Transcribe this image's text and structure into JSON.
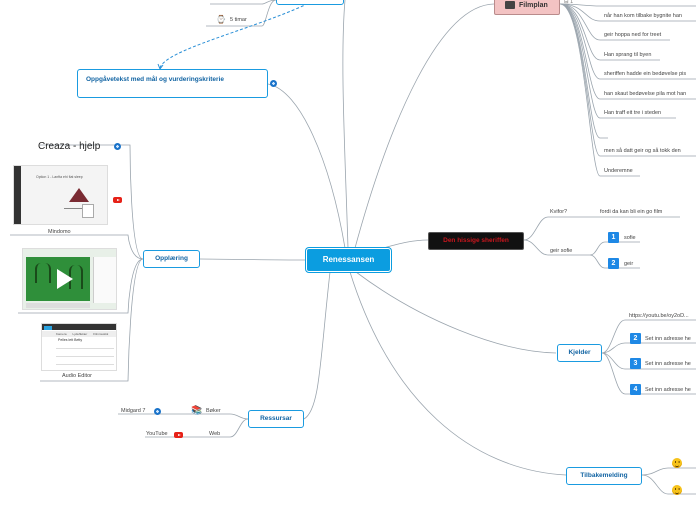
{
  "center": {
    "label": "Renessansen"
  },
  "top_partial": {
    "duration": "5 timar"
  },
  "oppgave": {
    "label": "Oppgåvetekst med mål og vurderingskriterie"
  },
  "opplaering": {
    "label": "Opplæring",
    "creaza_label": "Creaza - hjelp",
    "items": [
      {
        "caption": "Mindomo",
        "thumb_title": "Option 1 - Lanfta ehi fiat sleep"
      },
      {
        "caption": ""
      },
      {
        "caption": "Audio Editor",
        "thumb_tabs": [
          "Kamera",
          "Lydeffekter",
          "Filmmusikk"
        ],
        "thumb_title": "Pelles lett Betty"
      }
    ]
  },
  "ressursar": {
    "label": "Ressursar",
    "books": {
      "label": "Bøker",
      "item": "Midgard 7"
    },
    "web": {
      "label": "Web",
      "item": "YouTube"
    }
  },
  "filmplan": {
    "label": "Filmplan",
    "badge": "1",
    "items": [
      "når han kom tilbake bygnite han",
      "geir hoppa ned for treet",
      "Han sprang til byen",
      "sheriffen hadde ein bedøvelse pis",
      "han skaut bedøvelse pila mot han",
      "Han traff eit tre i steden",
      "",
      "men så datt geir og så tokk den",
      "Underemne"
    ]
  },
  "sheriff": {
    "label": "Den hissige sheriffen",
    "kvifor": {
      "label": "Kvifor?",
      "answer": "fordi da kan bli ein go film"
    },
    "geir": {
      "label": "geir sofie",
      "items": [
        {
          "num": "1",
          "text": "sofie"
        },
        {
          "num": "2",
          "text": "geir"
        }
      ]
    }
  },
  "kjelder": {
    "label": "Kjelder",
    "items": [
      {
        "num": "",
        "text": "https://youtu.be/oy2oD..."
      },
      {
        "num": "2",
        "text": "Set inn adresse he"
      },
      {
        "num": "3",
        "text": "Set inn adresse he"
      },
      {
        "num": "4",
        "text": "Set inn adresse he"
      }
    ]
  },
  "tilbake": {
    "label": "Tilbakemelding"
  },
  "colors": {
    "accent": "#0b9de0",
    "link": "#1a9be0",
    "dark": "#111111",
    "pink": "#f3c3c3"
  }
}
